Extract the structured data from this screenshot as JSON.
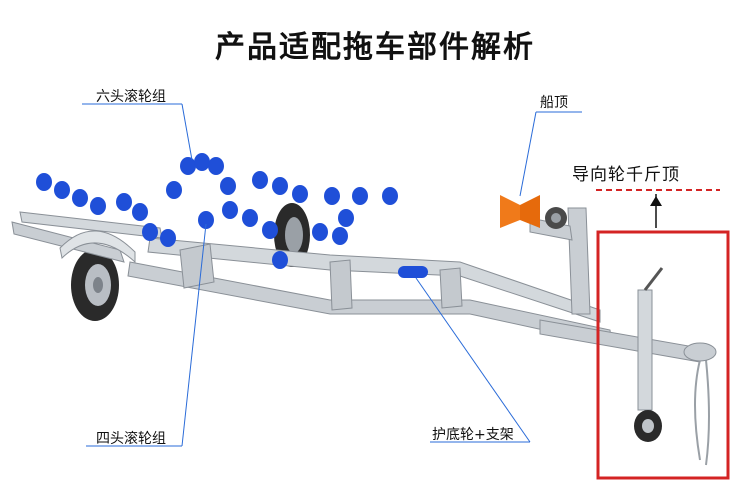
{
  "title": "产品适配拖车部件解析",
  "callouts": {
    "six_roller": "六头滚轮组",
    "bow_stop": "船顶",
    "jack": "导向轮千斤顶",
    "four_roller": "四头滚轮组",
    "keel_roller": "护底轮+支架"
  },
  "colors": {
    "frame": "#c9ced3",
    "frame_edge": "#8a9097",
    "roller": "#1f4fd8",
    "bow_stop": "#f07a1a",
    "highlight_box": "#d42424",
    "tire": "#2a2a2a"
  }
}
